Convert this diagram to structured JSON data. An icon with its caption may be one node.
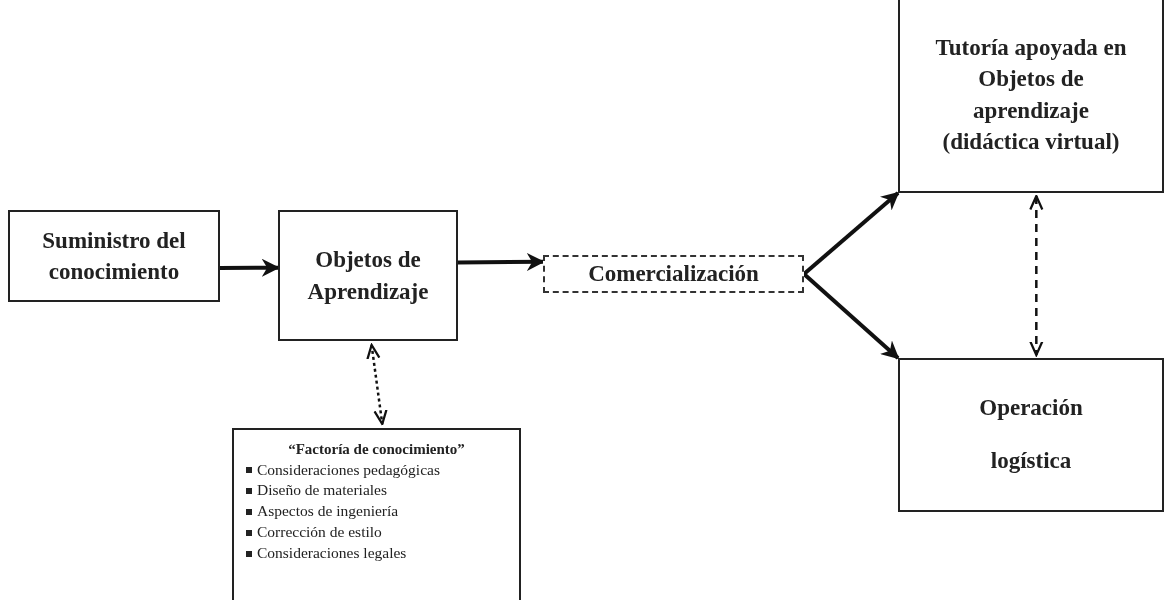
{
  "diagram": {
    "nodes": [
      {
        "text": [
          "Suministro del conocimiento"
        ]
      },
      {
        "text": [
          "Objetos de Aprendizaje"
        ]
      },
      {
        "text": [
          "Comercialización"
        ]
      },
      {
        "text": [
          "Tutoría apoyada en Objetos de aprendizaje (didáctica virtual)"
        ]
      },
      {
        "text": [
          "Operación logística"
        ]
      },
      {
        "text": [
          "“Factoría de conocimiento”",
          "Consideraciones pedagógicas",
          "Diseño de materiales",
          "Aspectos de ingeniería",
          "Corrección de estilo",
          "Consideraciones legales"
        ]
      }
    ],
    "edges": [
      {
        "from": 0,
        "to": 1,
        "arrow": "to"
      },
      {
        "from": 1,
        "to": 2,
        "arrow": "to"
      },
      {
        "from": 2,
        "to": 3,
        "arrow": "to"
      },
      {
        "from": 2,
        "to": 4,
        "arrow": "to"
      },
      {
        "from": 3,
        "to": 4,
        "arrow": "both",
        "style": "dashed"
      },
      {
        "from": 1,
        "to": 5,
        "arrow": "both",
        "style": "dashed"
      }
    ]
  }
}
